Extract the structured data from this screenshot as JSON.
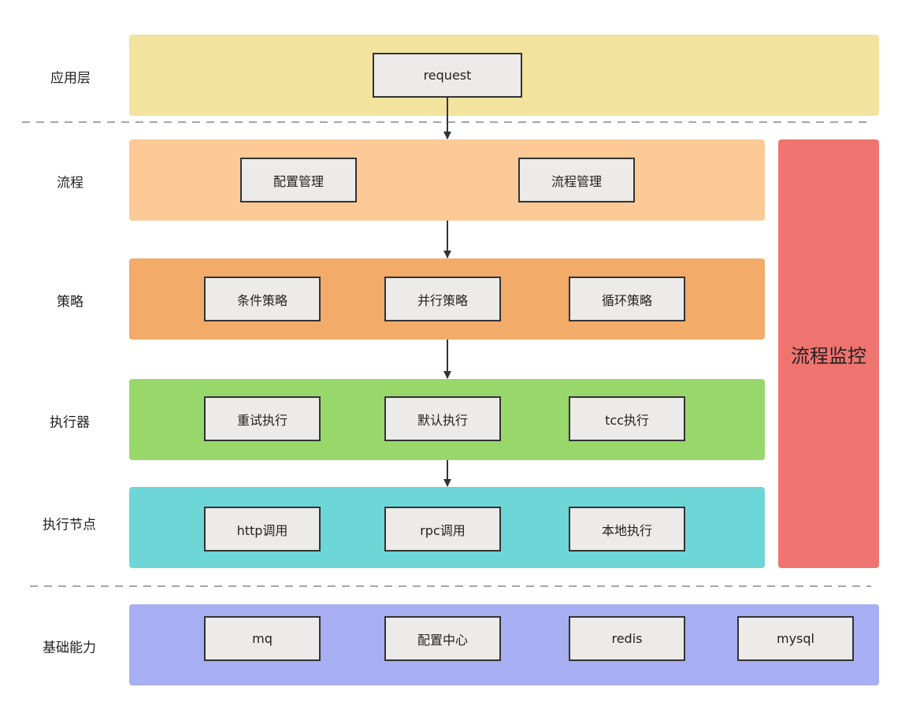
{
  "layers": [
    {
      "id": "app",
      "label": "应用层",
      "color": "#f2e39f",
      "nodes": [
        "request"
      ]
    },
    {
      "id": "flow",
      "label": "流程",
      "color": "#fdc996",
      "nodes": [
        "配置管理",
        "流程管理"
      ]
    },
    {
      "id": "strategy",
      "label": "策略",
      "color": "#f2ab69",
      "nodes": [
        "条件策略",
        "并行策略",
        "循环策略"
      ]
    },
    {
      "id": "executor",
      "label": "执行器",
      "color": "#98d86a",
      "nodes": [
        "重试执行",
        "默认执行",
        "tcc执行"
      ]
    },
    {
      "id": "exec-node",
      "label": "执行节点",
      "color": "#6dd6d6",
      "nodes": [
        "http调用",
        "rpc调用",
        "本地执行"
      ]
    },
    {
      "id": "base",
      "label": "基础能力",
      "color": "#a7aef2",
      "nodes": [
        "mq",
        "配置中心",
        "redis",
        "mysql"
      ]
    }
  ],
  "monitor": {
    "label": "流程监控",
    "color": "#ef7470"
  }
}
